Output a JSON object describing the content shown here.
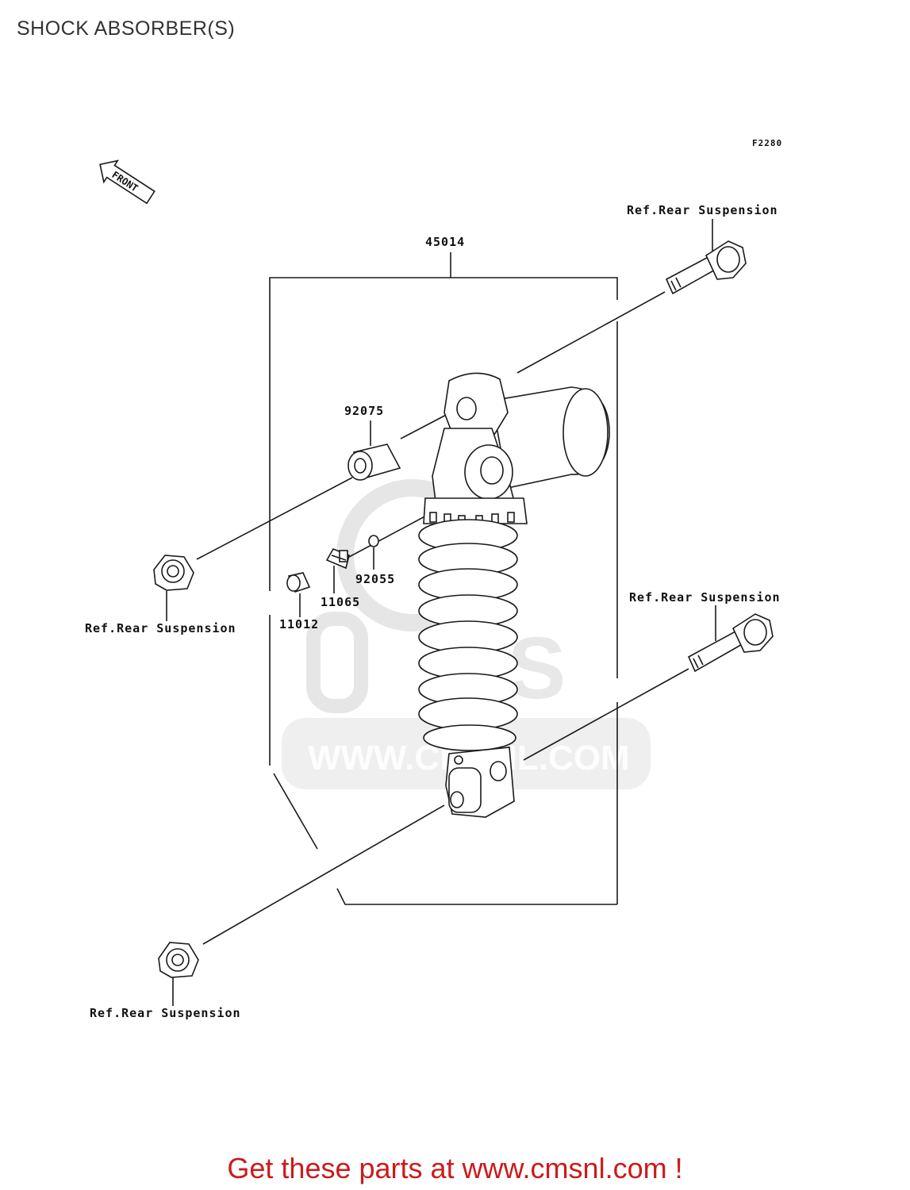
{
  "page": {
    "title": "SHOCK ABSORBER(S)"
  },
  "diagram": {
    "figure_code": "F2280",
    "front_label": "FRONT",
    "assembly_part": "45014",
    "parts": [
      {
        "number": "92075"
      },
      {
        "number": "92055"
      },
      {
        "number": "11065"
      },
      {
        "number": "11012"
      }
    ],
    "references": [
      "Ref.Rear Suspension",
      "Ref.Rear Suspension",
      "Ref.Rear Suspension",
      "Ref.Rear Suspension"
    ],
    "watermark_text": "WWW.CMSNL.COM"
  },
  "footer": {
    "link_text": "Get these parts at www.cmsnl.com !"
  },
  "colors": {
    "footer_link": "#cc1a1a",
    "title": "#333333",
    "watermark": "#e2e2e2"
  }
}
